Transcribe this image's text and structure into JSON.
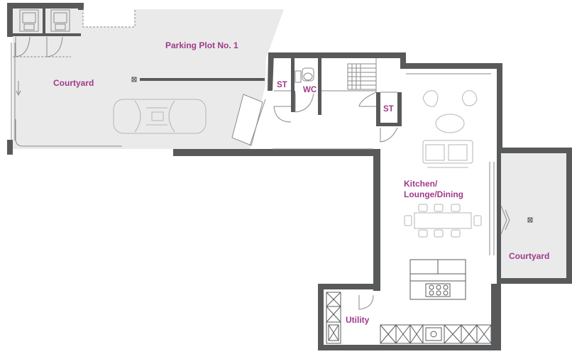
{
  "labels": {
    "parking": "Parking Plot No. 1",
    "courtyard_left": "Courtyard",
    "store_1": "ST",
    "wc": "WC",
    "store_2": "ST",
    "kitchen_line1": "Kitchen/",
    "kitchen_line2": "Lounge/Dining",
    "courtyard_right": "Courtyard",
    "utility": "Utility"
  },
  "colors": {
    "wall": "#58595b",
    "outdoor_fill": "#eaeaea",
    "fixture_line": "#8a8a8a",
    "label": "#a03a8a"
  }
}
